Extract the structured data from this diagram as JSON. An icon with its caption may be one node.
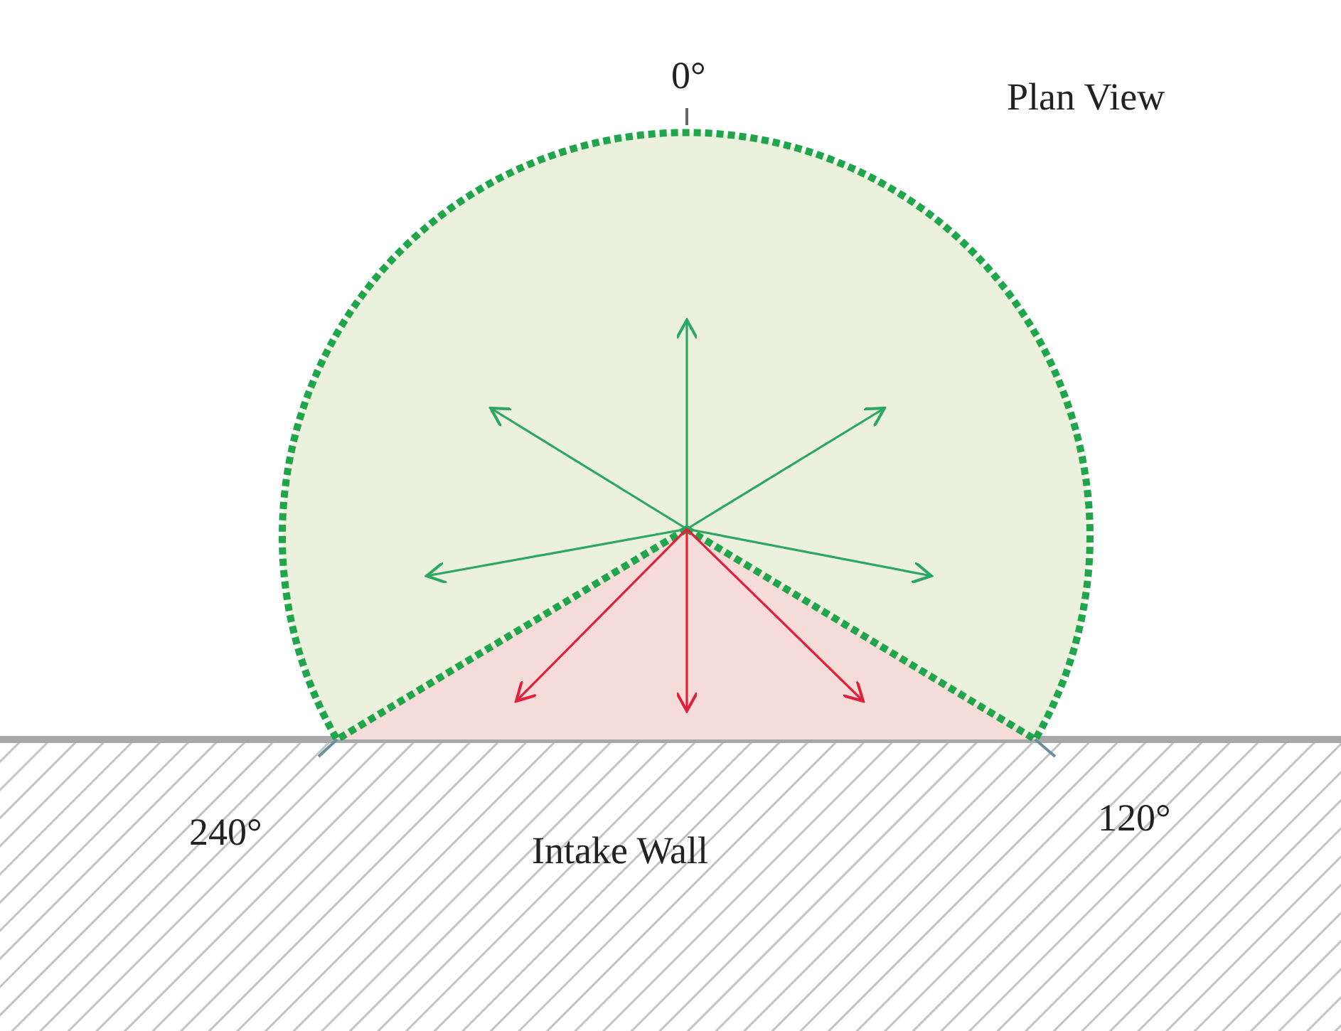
{
  "diagram": {
    "labels": [
      "0°",
      "Plan View",
      "240°",
      "120°",
      "Intake Wall"
    ]
  }
}
